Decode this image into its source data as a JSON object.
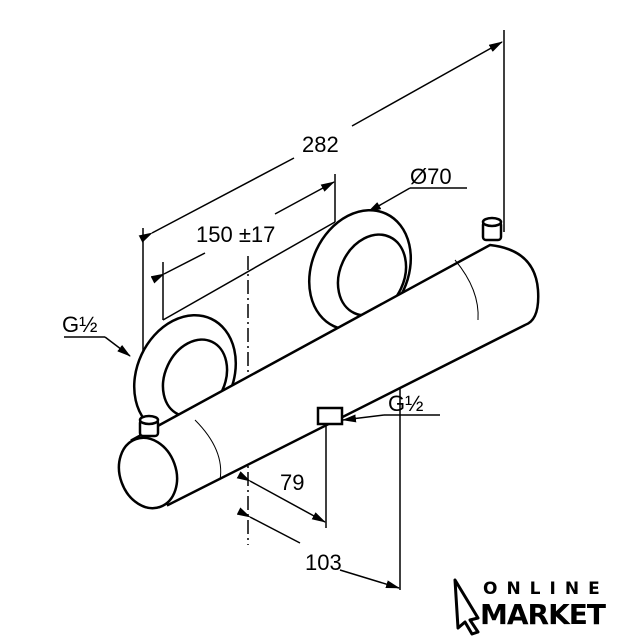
{
  "dimensions": {
    "overall_length": "282",
    "inlet_spacing": "150 ±17",
    "flange_diameter": "Ø70",
    "inlet_thread_left": "G½",
    "outlet_thread": "G½",
    "outlet_offset": "79",
    "depth": "103"
  },
  "logo": {
    "line1": "ONLINE",
    "line2": "MARKET"
  }
}
